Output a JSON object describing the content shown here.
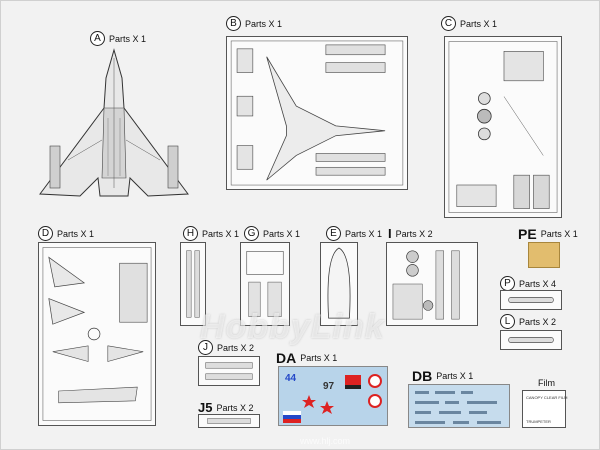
{
  "sheet": {
    "A": {
      "letter": "A",
      "qty": "Parts X 1"
    },
    "B": {
      "letter": "B",
      "qty": "Parts X 1"
    },
    "C": {
      "letter": "C",
      "qty": "Parts X 1"
    },
    "D": {
      "letter": "D",
      "qty": "Parts X 1"
    },
    "H": {
      "letter": "H",
      "qty": "Parts X 1"
    },
    "G": {
      "letter": "G",
      "qty": "Parts X 1"
    },
    "E": {
      "letter": "E",
      "qty": "Parts X 1"
    },
    "I": {
      "letter": "I",
      "qty": "Parts X 2"
    },
    "PE": {
      "letter": "PE",
      "qty": "Parts X 1"
    },
    "P": {
      "letter": "P",
      "qty": "Parts X 4"
    },
    "L": {
      "letter": "L",
      "qty": "Parts X 2"
    },
    "J": {
      "letter": "J",
      "qty": "Parts X 2"
    },
    "J5": {
      "letter": "J5",
      "qty": "Parts X 2"
    },
    "DA": {
      "letter": "DA",
      "qty": "Parts X 1"
    },
    "DB": {
      "letter": "DB",
      "qty": "Parts X 1"
    },
    "film": {
      "title": "Film",
      "line1": "CANOPY CLEAR FILM",
      "line2": "TRUMPETER"
    }
  },
  "decals": {
    "tail_numbers_1": "44",
    "tail_numbers_2": "97"
  },
  "watermark": {
    "brand": "HobbyLink",
    "url": "www.hlj.com"
  },
  "colors": {
    "decal_blue": "#b8d4ea",
    "photo_etch": "#e2bd6e",
    "flag_red": "#d22",
    "flag_blue": "#2448c8"
  }
}
